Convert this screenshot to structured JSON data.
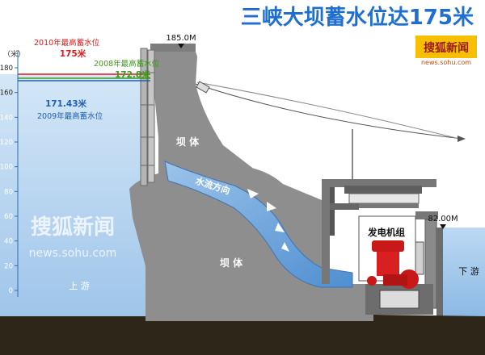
{
  "title": "三峡大坝蓄水位达175米",
  "logo": {
    "text": "搜狐新闻",
    "url": "news.sohu.com"
  },
  "watermark": {
    "text": "搜狐新闻",
    "url": "news.sohu.com"
  },
  "axis": {
    "unit": "（米）",
    "ticks": [
      180,
      160,
      140,
      120,
      100,
      80,
      60,
      40,
      20,
      0
    ]
  },
  "levels": [
    {
      "label": "2010年最高蓄水位",
      "value": "175米",
      "color": "#e01818"
    },
    {
      "label": "2008年最高蓄水位",
      "value": "172.8米",
      "color": "#3f9a1a"
    },
    {
      "value": "171.43米",
      "label": "2009年最高蓄水位",
      "color": "#1f5fb5"
    }
  ],
  "labels": {
    "dam_top": "185.0M",
    "dam_body_upper": "坝 体",
    "dam_body_lower": "坝 体",
    "flow": "水流方向",
    "generator": "发电机组",
    "plant_top": "82.00M",
    "upstream": "上 游",
    "downstream": "下 游"
  },
  "colors": {
    "water": "#a9ccec",
    "dam": "#8c8c8c",
    "ground": "#2e2618",
    "generator": "#cc1a1a",
    "title": "#1f6fd1"
  }
}
